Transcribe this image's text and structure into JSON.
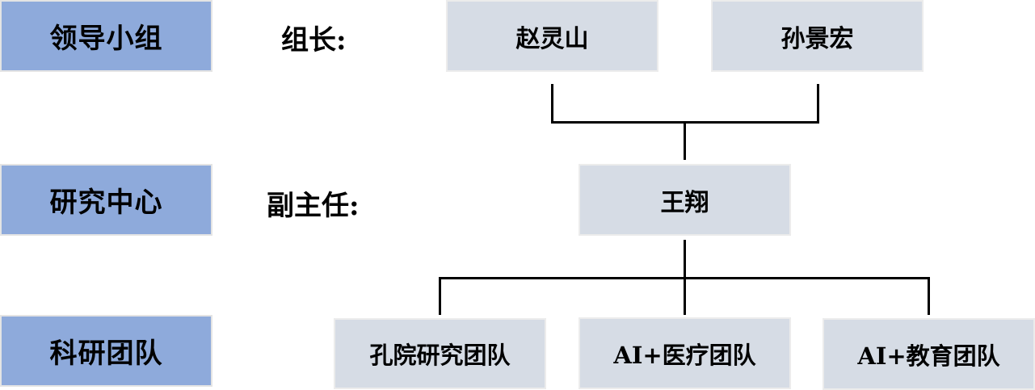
{
  "levels": [
    {
      "label": "领导小组"
    },
    {
      "label": "研究中心"
    },
    {
      "label": "科研团队"
    }
  ],
  "roles": {
    "leader_label": "组长:",
    "deputy_label": "副主任:"
  },
  "leaders": [
    {
      "name": "赵灵山"
    },
    {
      "name": "孙景宏"
    }
  ],
  "deputy": {
    "name": "王翔"
  },
  "teams": [
    {
      "name": "孔院研究团队"
    },
    {
      "name": "AI+医疗团队"
    },
    {
      "name": "AI+教育团队"
    }
  ],
  "colors": {
    "level_fill": "#8eaadb",
    "node_fill": "#d6dce5",
    "connector": "#000000"
  }
}
